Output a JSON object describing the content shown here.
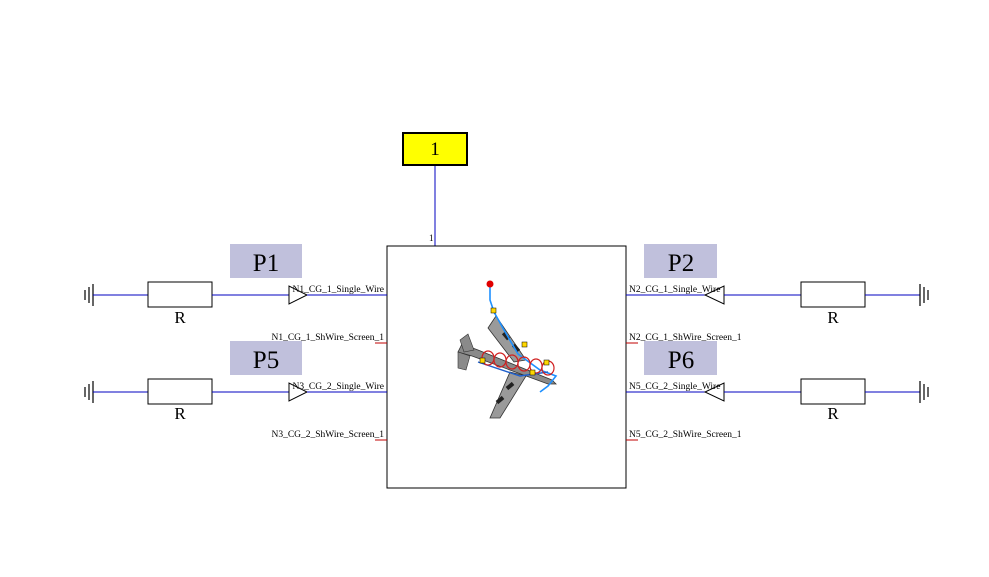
{
  "source_block": {
    "label": "1",
    "fill": "#ffff00"
  },
  "central_block": {
    "pin_top_label": "1"
  },
  "pins": {
    "n1_single_wire": "N1_CG_1_Single_Wire",
    "n1_shwire_screen": "N1_CG_1_ShWire_Screen_1",
    "n3_single_wire": "N3_CG_2_Single_Wire",
    "n3_shwire_screen": "N3_CG_2_ShWire_Screen_1",
    "n2_single_wire": "N2_CG_1_Single_Wire",
    "n2_shwire_screen": "N2_CG_1_ShWire_Screen_1",
    "n5_single_wire": "N5_CG_2_Single_Wire",
    "n5_shwire_screen": "N5_CG_2_ShWire_Screen_1"
  },
  "probes": {
    "p1": "P1",
    "p2": "P2",
    "p5": "P5",
    "p6": "P6",
    "fill": "#c0c0dc"
  },
  "resistors": {
    "r1": "R",
    "r2": "R",
    "r3": "R",
    "r4": "R"
  },
  "colors": {
    "wire": "#0000c0",
    "screen_tick": "#c00000",
    "probe": "#c0c0dc"
  },
  "icon": "airplane-icon"
}
